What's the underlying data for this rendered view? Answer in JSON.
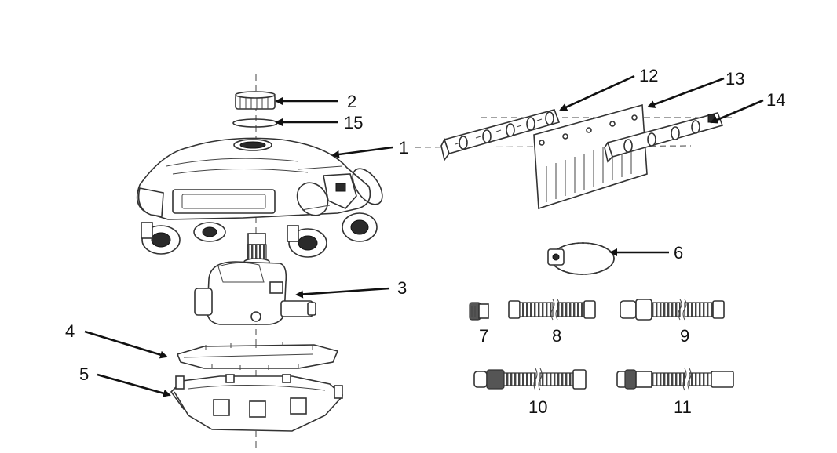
{
  "labels": {
    "l1": "1",
    "l2": "2",
    "l3": "3",
    "l4": "4",
    "l5": "5",
    "l6": "6",
    "l7": "7",
    "l8": "8",
    "l9": "9",
    "l10": "10",
    "l11": "11",
    "l12": "12",
    "l13": "13",
    "l14": "14",
    "l15": "15"
  },
  "colors": {
    "line": "#333333",
    "background": "#ffffff",
    "label": "#111111"
  }
}
